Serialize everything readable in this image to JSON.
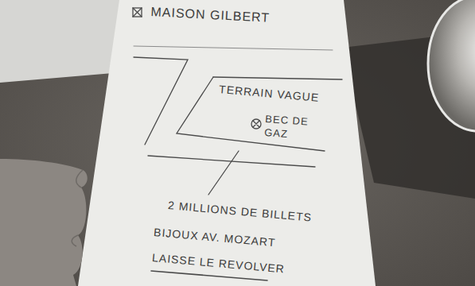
{
  "diagram": {
    "labels": [
      "MAISON GILBERT",
      "TERRAIN VAGUE",
      "BEC DE GAZ",
      "2 MILLIONS DE BILLETS",
      "BIJOUX AV. MOZART",
      "LAISSE LE REVOLVER"
    ]
  }
}
